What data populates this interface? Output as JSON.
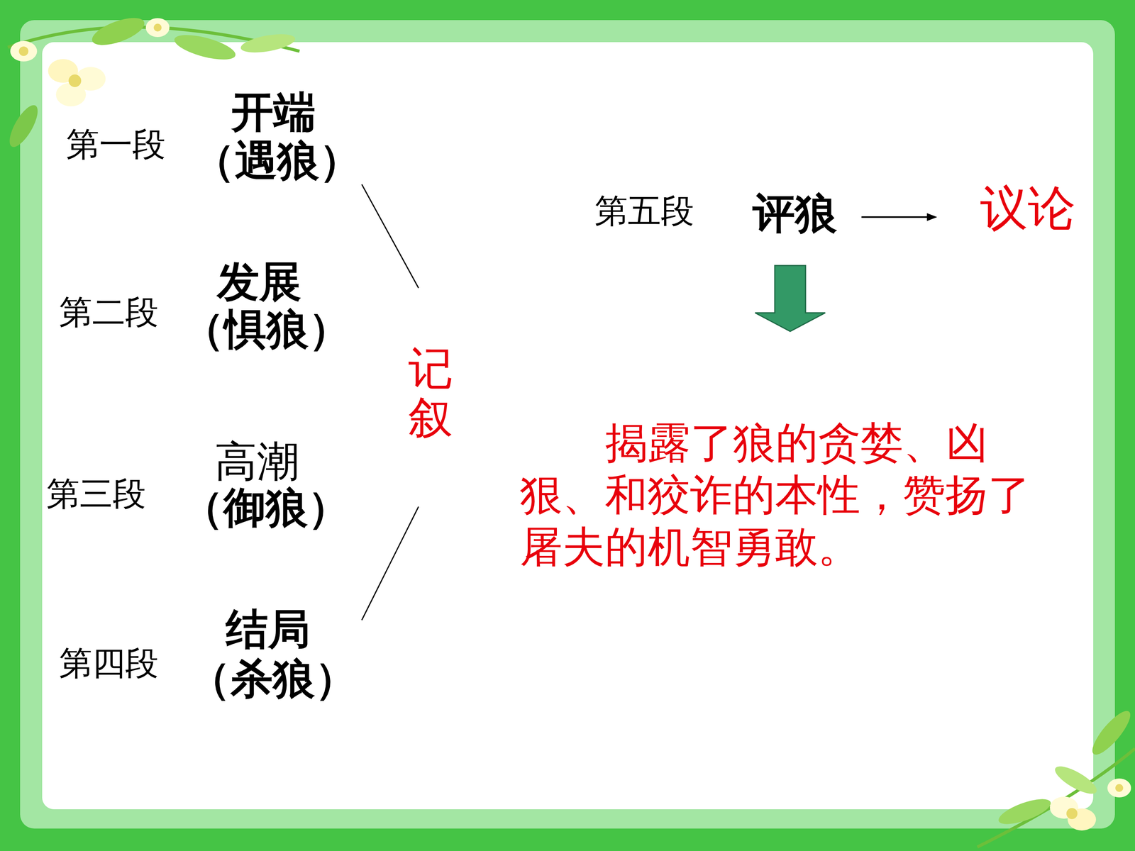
{
  "diagram": {
    "labels": [
      "第一段",
      "开端",
      "（遇狼）",
      "第二段",
      "发展",
      "（惧狼）",
      "第三段",
      "高潮",
      "（御狼）",
      "第四段",
      "结局",
      "（杀狼）",
      "记叙",
      "第五段",
      "评狼",
      "议论",
      "揭露了狼的贪婪、凶狠、和狡诈的本性，赞扬了屠夫的机智勇敢。"
    ]
  }
}
